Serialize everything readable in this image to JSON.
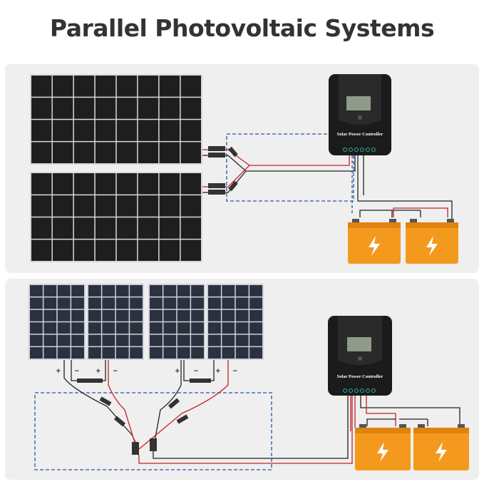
{
  "title": "Parallel Photovoltaic Systems",
  "top_system": {
    "controller_label": "Solar Power Controller"
  },
  "bottom_system": {
    "controller_label": "Solar Power Controller",
    "polarity_labels": [
      "+",
      "−",
      "+",
      "−",
      "+",
      "−",
      "+",
      "−"
    ]
  },
  "colors": {
    "background_panel": "#efefef",
    "battery": "#f39a1e",
    "positive_wire": "#c8202a",
    "negative_wire": "#222222",
    "dashed_box": "#2a55a8"
  }
}
